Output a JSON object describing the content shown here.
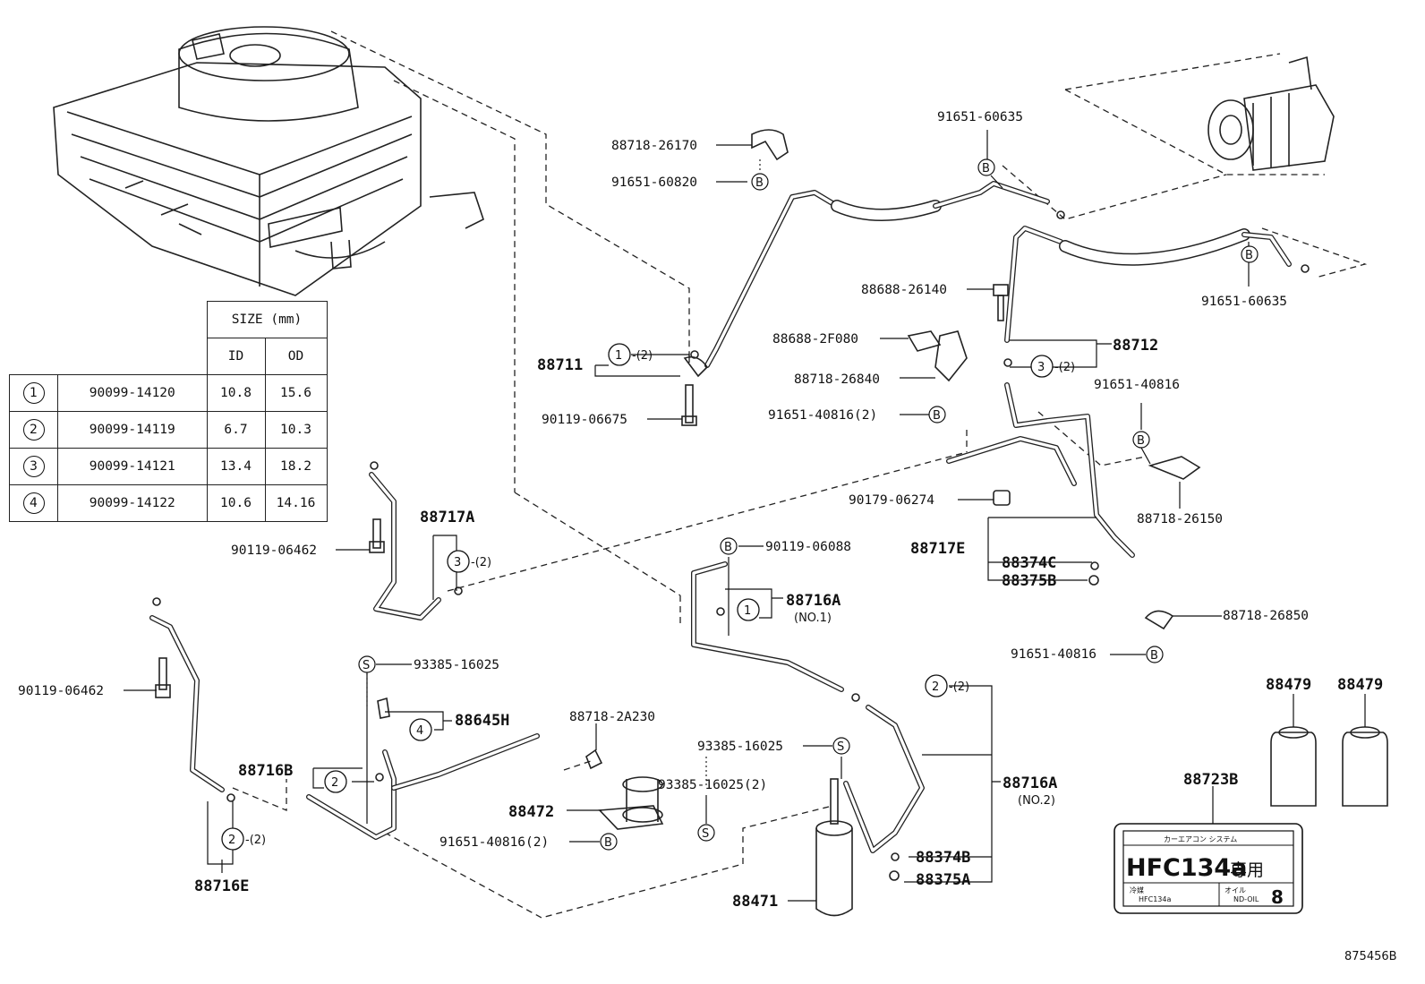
{
  "diagram": {
    "reference_code": "875456B",
    "table": {
      "size_header": "SIZE (mm)",
      "col_id": "ID",
      "col_od": "OD",
      "rows": [
        {
          "key": "1",
          "part": "90099-14120",
          "id": "10.8",
          "od": "15.6"
        },
        {
          "key": "2",
          "part": "90099-14119",
          "id": "6.7",
          "od": "10.3"
        },
        {
          "key": "3",
          "part": "90099-14121",
          "id": "13.4",
          "od": "18.2"
        },
        {
          "key": "4",
          "part": "90099-14122",
          "id": "10.6",
          "od": "14.16"
        }
      ]
    },
    "labels": {
      "p88718_26170": "88718-26170",
      "p91651_60820": "91651-60820",
      "p91651_60635_top": "91651-60635",
      "p91651_60635_right": "91651-60635",
      "p88688_26140": "88688-26140",
      "p88688_2F080": "88688-2F080",
      "p88712": "88712",
      "p88718_26840": "88718-26840",
      "p91651_40816_2_mid": "91651-40816(2)",
      "p91651_40816_r": "91651-40816",
      "p88711": "88711",
      "p90119_06675": "90119-06675",
      "p90179_06274": "90179-06274",
      "p88718_26150": "88718-26150",
      "p88717E": "88717E",
      "p88374C": "88374C",
      "p88375B": "88375B",
      "p88717A": "88717A",
      "p90119_06462_a": "90119-06462",
      "p90119_06088": "90119-06088",
      "p88716A_1": "88716A",
      "no1": "(NO.1)",
      "p88718_26850": "88718-26850",
      "p91651_40816_low": "91651-40816",
      "p93385_16025_top": "93385-16025",
      "p90119_06462_b": "90119-06462",
      "p88645H": "88645H",
      "p88718_2A230": "88718-2A230",
      "p88716B": "88716B",
      "p93385_16025_mid": "93385-16025",
      "p93385_16025_2": "93385-16025(2)",
      "p88472": "88472",
      "p91651_40816_2_low": "91651-40816(2)",
      "p88716E": "88716E",
      "p88716A_2": "88716A",
      "no2": "(NO.2)",
      "p88374B": "88374B",
      "p88375A": "88375A",
      "p88471": "88471",
      "p88479_a": "88479",
      "p88479_b": "88479",
      "p88723B": "88723B",
      "qty2": "-(2)",
      "b": "B",
      "s": "S",
      "n1": "1",
      "n2": "2",
      "n3": "3",
      "n4": "4"
    },
    "sticker": {
      "header": "カーエアコン システム",
      "main": "HFC134a",
      "kanji": "専用",
      "refrigerant_label": "冷媒",
      "refrigerant_value": "HFC134a",
      "oil_label": "オイル",
      "oil_value": "ND-OIL",
      "oil_number": "8"
    }
  }
}
